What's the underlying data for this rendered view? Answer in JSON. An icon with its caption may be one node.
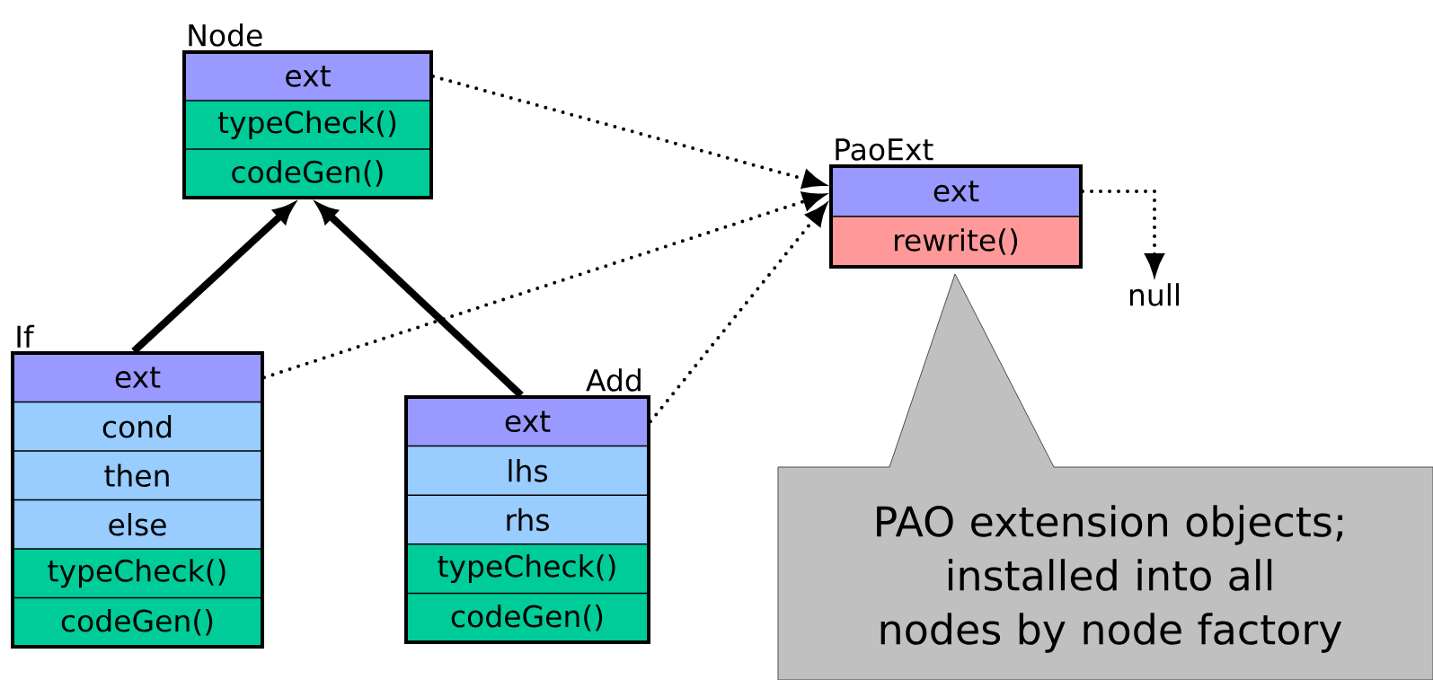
{
  "diagram": {
    "nodes": [
      {
        "text": [
          "Node",
          "ext",
          "typeCheck()",
          "codeGen()"
        ]
      },
      {
        "text": [
          "PaoExt",
          "ext",
          "rewrite()"
        ]
      },
      {
        "text": [
          "null"
        ]
      },
      {
        "text": [
          "If",
          "ext",
          "cond",
          "then",
          "else",
          "typeCheck()",
          "codeGen()"
        ]
      },
      {
        "text": [
          "Add",
          "ext",
          "lhs",
          "rhs",
          "typeCheck()",
          "codeGen()"
        ]
      },
      {
        "text": [
          "PAO extension objects; installed into all nodes by node factory"
        ]
      }
    ],
    "edges": [
      {
        "from": 0,
        "to": 1,
        "arrow": "to",
        "style": "dashed"
      },
      {
        "from": 3,
        "to": 1,
        "arrow": "to",
        "style": "dashed"
      },
      {
        "from": 4,
        "to": 1,
        "arrow": "to",
        "style": "dashed"
      },
      {
        "from": 1,
        "to": 2,
        "arrow": "to",
        "style": "dashed"
      },
      {
        "from": 3,
        "to": 0,
        "arrow": "to",
        "style": "thick"
      },
      {
        "from": 4,
        "to": 0,
        "arrow": "to",
        "style": "thick"
      }
    ]
  }
}
